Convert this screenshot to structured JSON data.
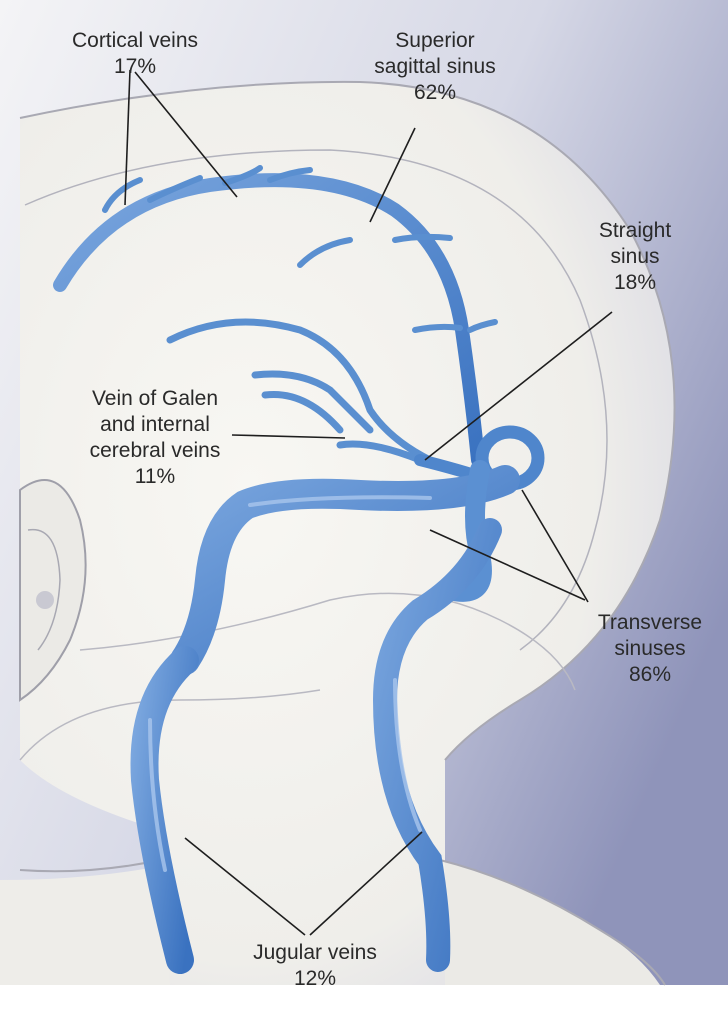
{
  "labels": {
    "cortical_veins": {
      "name": "Cortical veins",
      "pct": "17%"
    },
    "superior_sagittal_sinus": {
      "line1": "Superior",
      "line2": "sagittal sinus",
      "pct": "62%"
    },
    "straight_sinus": {
      "line1": "Straight",
      "line2": "sinus",
      "pct": "18%"
    },
    "vein_of_galen": {
      "line1": "Vein of Galen",
      "line2": "and internal",
      "line3": "cerebral veins",
      "pct": "11%"
    },
    "transverse_sinuses": {
      "line1": "Transverse",
      "line2": "sinuses",
      "pct": "86%"
    },
    "jugular_veins": {
      "name": "Jugular veins",
      "pct": "12%"
    }
  },
  "colors": {
    "vein": "#4f86cc",
    "vein_dark": "#2a5fae",
    "vein_highlight": "#9fc0ea",
    "skin": "#f3f2ee",
    "shadow": "#8a8fb6",
    "outline": "#a8a8b2",
    "leader": "#1e1e1e"
  }
}
